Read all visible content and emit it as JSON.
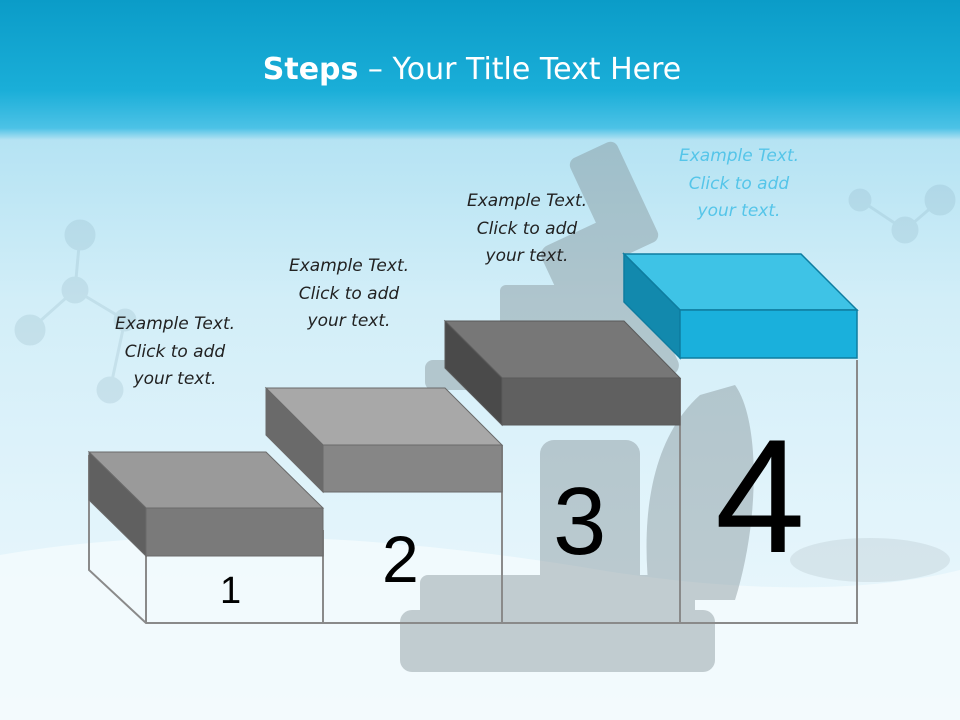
{
  "title": {
    "bold": "Steps",
    "rest": " – Your Title Text Here"
  },
  "steps": [
    {
      "number": "1",
      "caption": [
        "Example Text.",
        "Click  to add",
        "your text."
      ]
    },
    {
      "number": "2",
      "caption": [
        "Example Text.",
        "Click  to add",
        "your text."
      ]
    },
    {
      "number": "3",
      "caption": [
        "Example Text.",
        "Click  to add",
        "your text."
      ]
    },
    {
      "number": "4",
      "caption": [
        "Example Text.",
        "Click  to add",
        "your text."
      ]
    }
  ],
  "colors": {
    "header": "#0b9cc8",
    "grey_block_top": "#9a9a9a",
    "grey_block_front": "#7a7a7a",
    "accent_block_top": "#3ec3e6",
    "accent_block_front": "#1ab0dc",
    "step4_caption": "#55c5e9"
  },
  "icons": [
    "microscope-image",
    "molecule-image"
  ]
}
